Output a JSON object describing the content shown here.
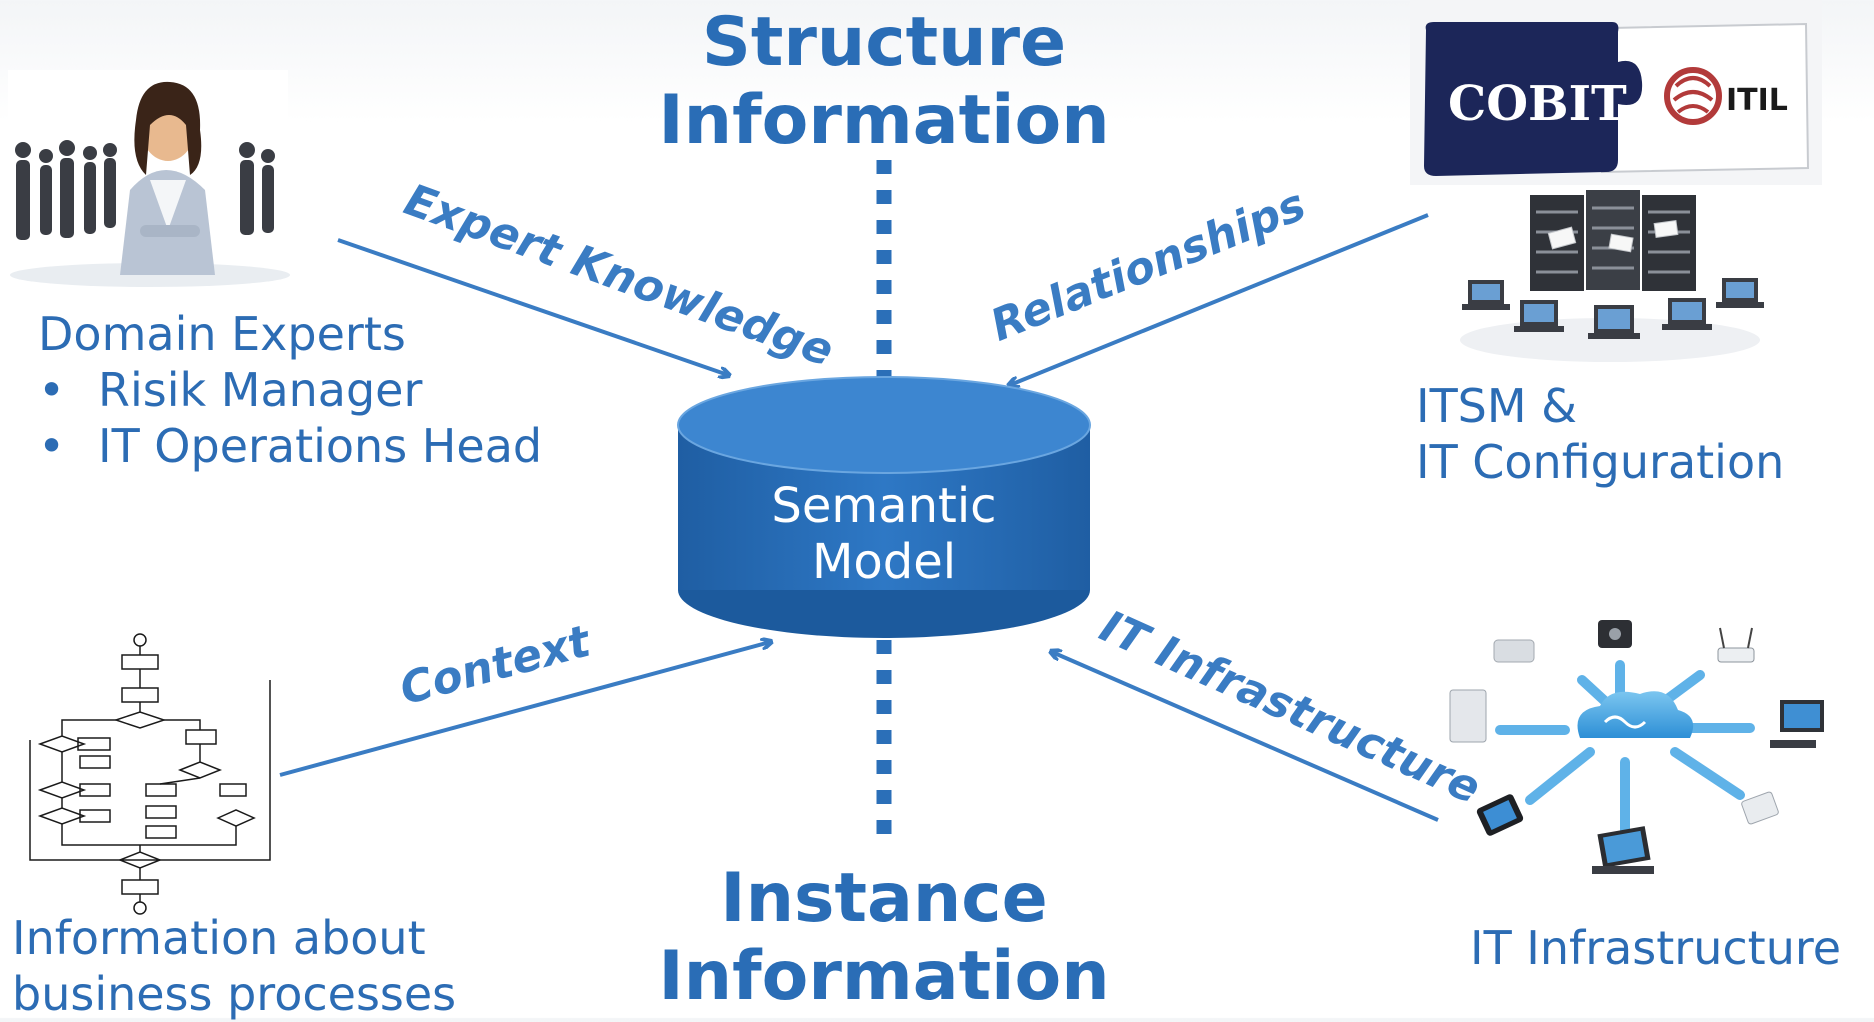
{
  "titles": {
    "structure": [
      "Structure",
      "Information"
    ],
    "instance": [
      "Instance",
      "Information"
    ]
  },
  "center": {
    "label": [
      "Semantic",
      "Model"
    ]
  },
  "sources": {
    "domain_experts": {
      "title": "Domain Experts",
      "bullets": [
        "Risik Manager",
        "IT Operations Head"
      ]
    },
    "itsm": {
      "lines": [
        "ITSM &",
        "IT Configuration"
      ]
    },
    "processes": {
      "lines": [
        "Information about",
        "business processes"
      ]
    },
    "infrastructure": {
      "title": "IT Infrastructure"
    }
  },
  "edges": {
    "expert_knowledge": "Expert Knowledge",
    "relationships": "Relationships",
    "context": "Context",
    "it_infrastructure": "IT Infrastructure"
  },
  "logos": {
    "cobit": "COBIT",
    "itil": "ITIL"
  },
  "colors": {
    "accent": "#2a6db6",
    "arrow": "#3a7cc3",
    "cylinder_top": "#3d86d0",
    "cylinder_body": "#2b6fb8"
  },
  "icons": [
    "business-people-photo",
    "cobit-itil-puzzle-logo",
    "servers-network-illustration",
    "flowchart-diagram",
    "cloud-network-devices-illustration"
  ]
}
